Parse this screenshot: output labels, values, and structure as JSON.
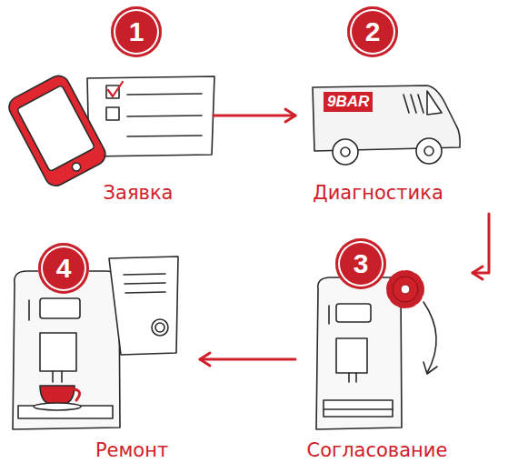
{
  "diagram": {
    "nodes": [
      {
        "text": [
          "1",
          "Заявка"
        ]
      },
      {
        "text": [
          "2",
          "Диагностика"
        ]
      },
      {
        "text": [
          "3",
          "Согласование"
        ]
      },
      {
        "text": [
          "4",
          "Ремонт"
        ]
      }
    ],
    "edges": [
      {
        "from": 0,
        "to": 1,
        "arrow": "to"
      },
      {
        "from": 1,
        "to": 2,
        "arrow": "to"
      },
      {
        "from": 2,
        "to": 3,
        "arrow": "to"
      }
    ],
    "labels": [
      "9BAR"
    ]
  }
}
